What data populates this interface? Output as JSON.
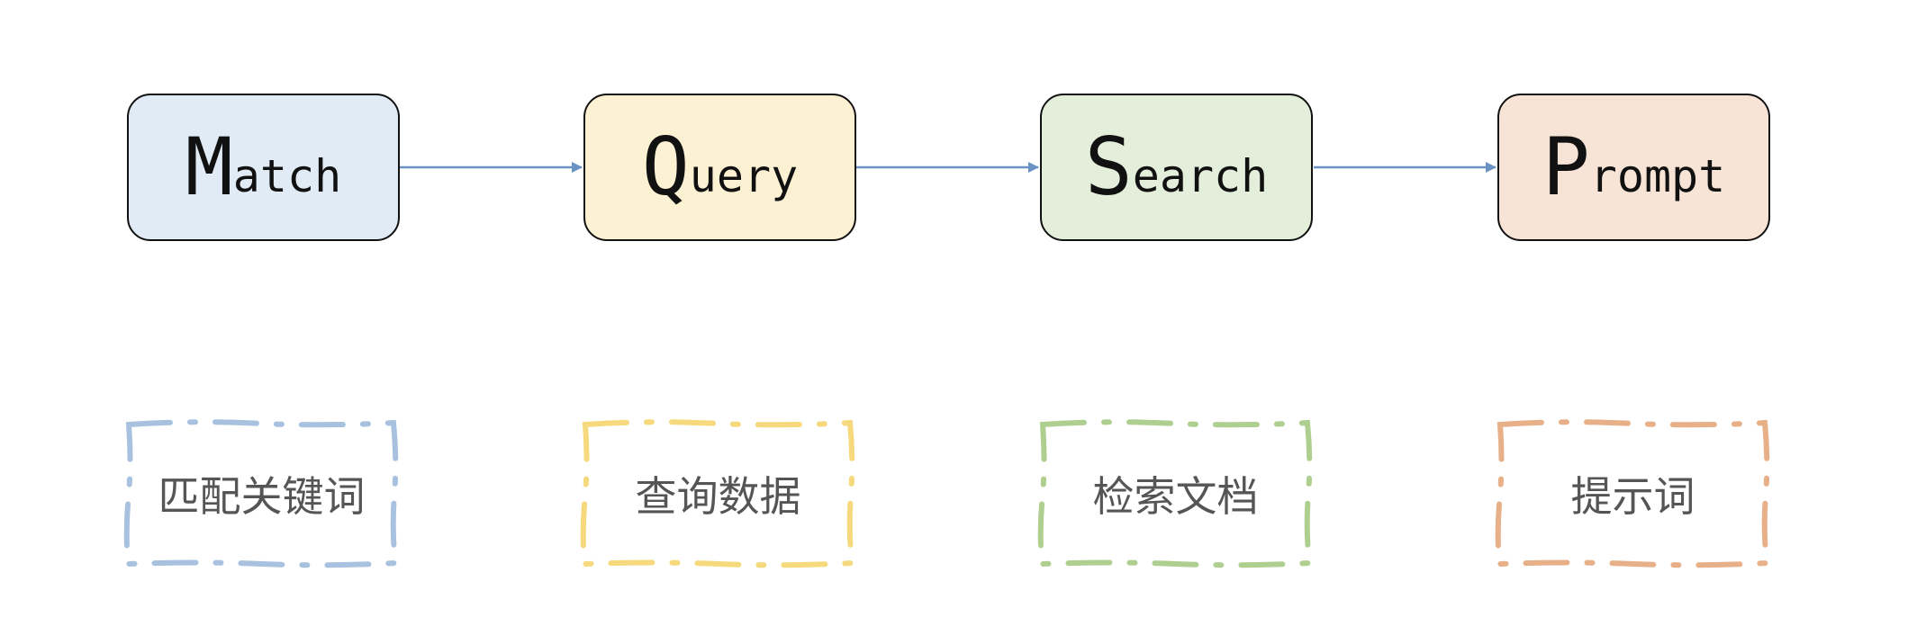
{
  "colors": {
    "arrow": "#6a93c4",
    "border": "#111111",
    "label_text": "#555555"
  },
  "steps": [
    {
      "initial": "M",
      "rest": "atch",
      "fill": "#e1ebf5"
    },
    {
      "initial": "Q",
      "rest": "uery",
      "fill": "#fcf1d2"
    },
    {
      "initial": "S",
      "rest": "earch",
      "fill": "#e3efdb"
    },
    {
      "initial": "P",
      "rest": "rompt",
      "fill": "#f8e4d7"
    }
  ],
  "notes": [
    {
      "text": "匹配关键词",
      "border_color": "#a7c1df"
    },
    {
      "text": "查询数据",
      "border_color": "#f5d97c"
    },
    {
      "text": "检索文档",
      "border_color": "#afcf90"
    },
    {
      "text": "提示词",
      "border_color": "#e8b088"
    }
  ]
}
